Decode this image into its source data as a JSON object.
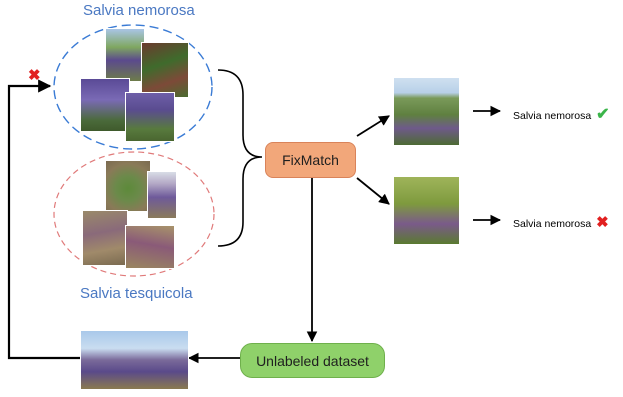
{
  "diagram": {
    "class_a_label": "Salvia nemorosa",
    "class_b_label": "Salvia tesquicola",
    "model_label": "FixMatch",
    "unlabeled_label": "Unlabeled dataset",
    "results": [
      {
        "label": "Salvia nemorosa",
        "mark": "✔",
        "mark_icon": "check-icon",
        "correct": true
      },
      {
        "label": "Salvia nemorosa",
        "mark": "✖",
        "mark_icon": "cross-icon",
        "correct": false
      }
    ],
    "feedback_mark": "✖",
    "colors": {
      "class_a_ellipse": "#3a7bd5",
      "class_b_ellipse": "#e07a7a",
      "model_box": "#f2a77a",
      "unlabeled_box": "#8fd16a",
      "check": "#3bb54a",
      "cross": "#e12020"
    }
  }
}
